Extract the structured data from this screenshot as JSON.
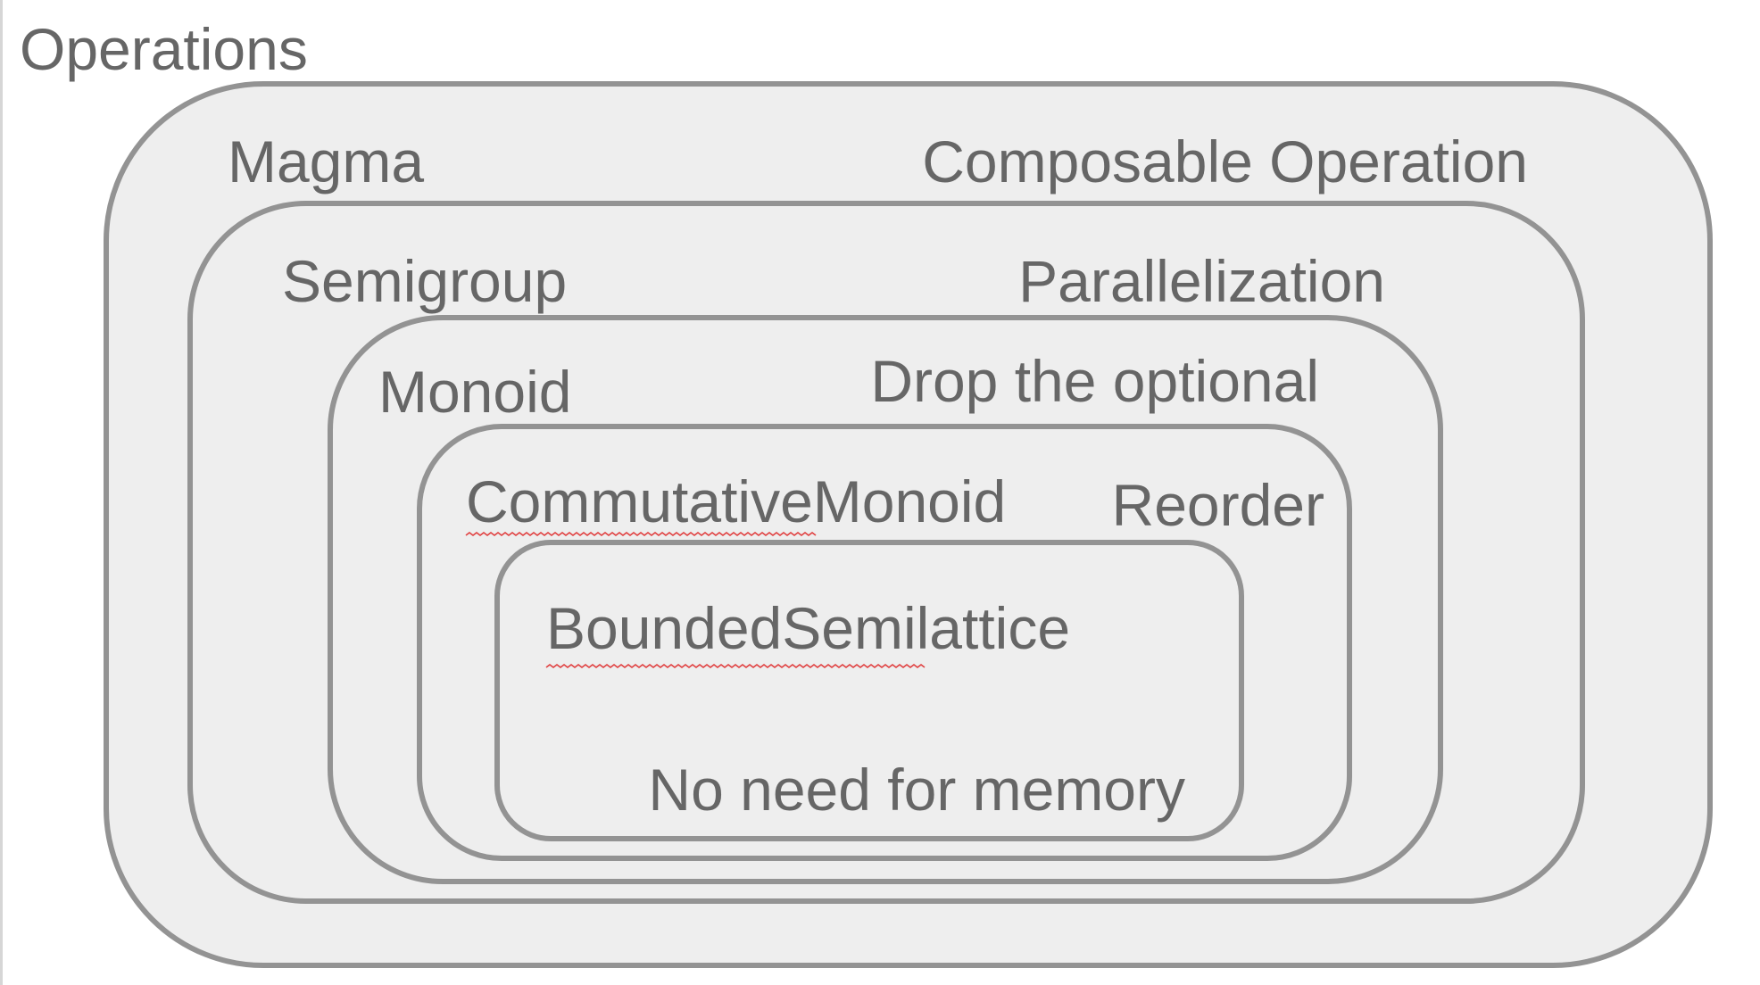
{
  "diagram": {
    "title": "Operations",
    "colors": {
      "region_fill": "#eeeeee",
      "region_stroke": "#939393",
      "text": "#666666",
      "spellcheck_underline": "#e04040"
    },
    "regions": [
      {
        "id": "magma",
        "name": "Magma",
        "property": "Composable Operation"
      },
      {
        "id": "semigroup",
        "name": "Semigroup",
        "property": "Parallelization"
      },
      {
        "id": "monoid",
        "name": "Monoid",
        "property": "Drop the optional"
      },
      {
        "id": "commutative-monoid",
        "name": "CommutativeMonoid",
        "property": "Reorder"
      },
      {
        "id": "bounded-semilattice",
        "name": "BoundedSemilattice",
        "property": "No need for memory"
      }
    ]
  }
}
